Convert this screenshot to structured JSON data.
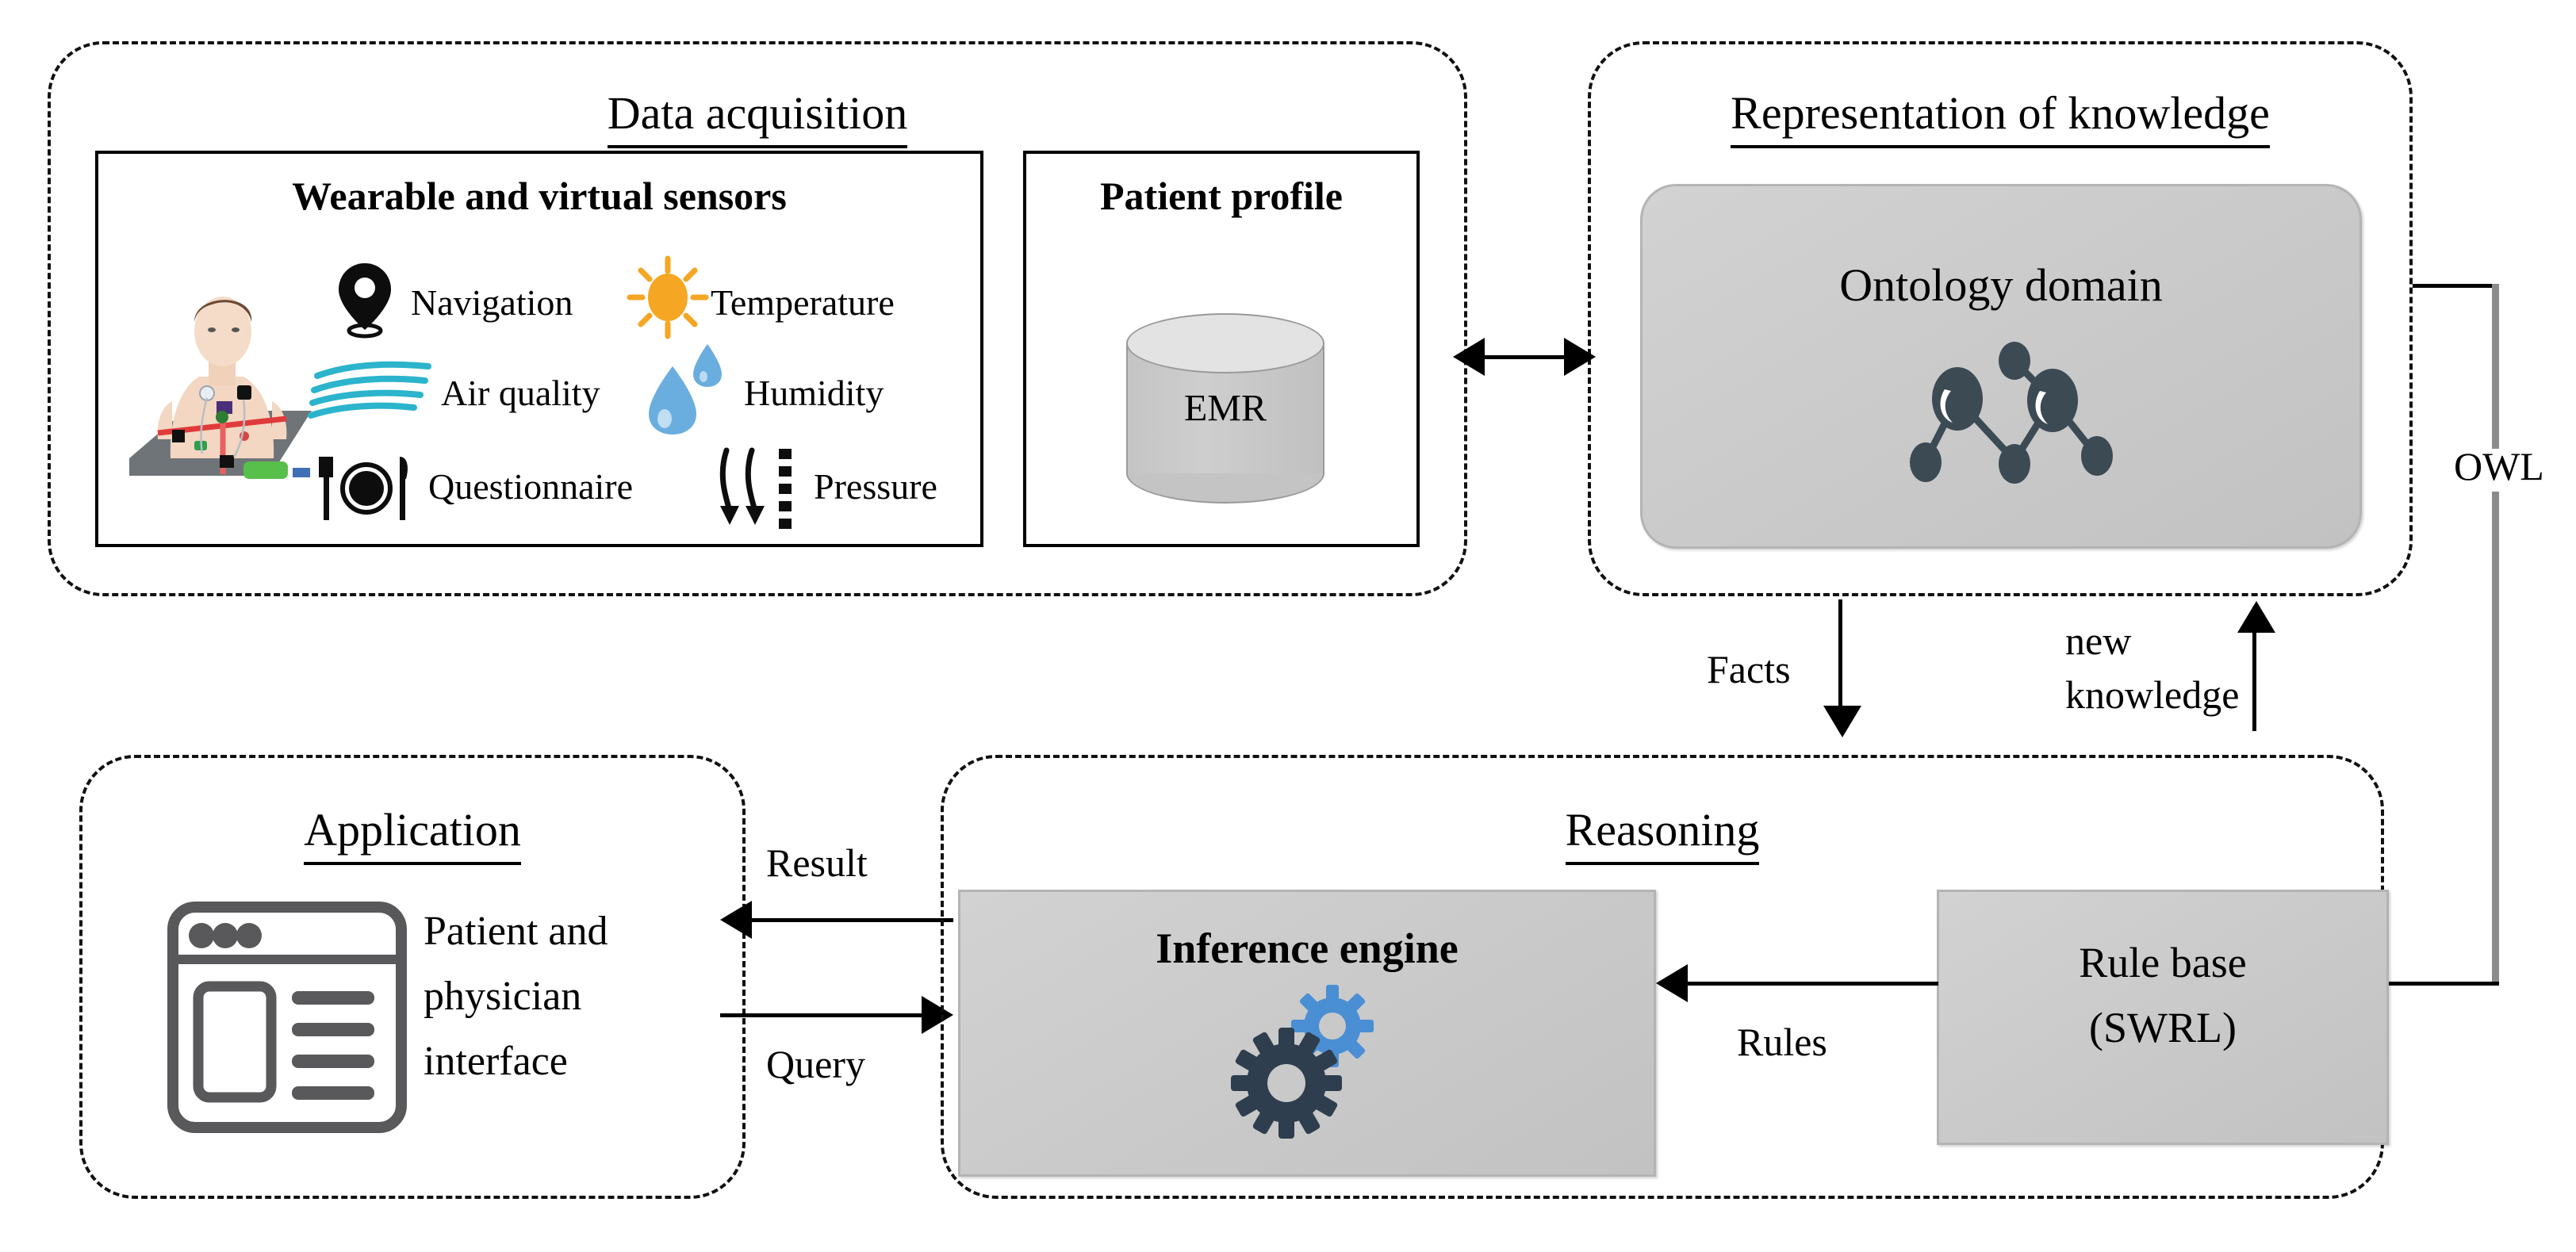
{
  "panels": {
    "data_acquisition": {
      "title": "Data acquisition"
    },
    "representation": {
      "title": "Representation of knowledge"
    },
    "application": {
      "title": "Application"
    },
    "reasoning": {
      "title": "Reasoning"
    }
  },
  "sensors_box": {
    "title": "Wearable and virtual sensors",
    "items": [
      {
        "label": "Navigation",
        "icon": "location-pin-icon"
      },
      {
        "label": "Temperature",
        "icon": "sun-icon"
      },
      {
        "label": "Air quality",
        "icon": "air-waves-icon"
      },
      {
        "label": "Humidity",
        "icon": "water-drop-icon"
      },
      {
        "label": "Questionnaire",
        "icon": "cutlery-plate-icon"
      },
      {
        "label": "Pressure",
        "icon": "pressure-arrows-icon"
      }
    ],
    "body_icon": "patient-body-sensors-icon"
  },
  "patient_profile_box": {
    "title": "Patient profile",
    "database_label": "EMR",
    "icon": "database-cylinder-icon"
  },
  "ontology_block": {
    "label": "Ontology domain",
    "icon": "ontology-graph-icon",
    "nodes": 6
  },
  "inference_block": {
    "label": "Inference engine",
    "icon": "gears-icon"
  },
  "rule_base_block": {
    "line1": "Rule base",
    "line2": "(SWRL)"
  },
  "application_block": {
    "label_line1": "Patient and",
    "label_line2": "physician",
    "label_line3": "interface",
    "icon": "browser-window-icon"
  },
  "connectors": {
    "acquisition_knowledge": {
      "label": "",
      "kind": "bidirectional"
    },
    "facts": {
      "label": "Facts",
      "direction": "down"
    },
    "new_knowledge": {
      "label": "new\nknowledge",
      "line1": "new",
      "line2": "knowledge",
      "direction": "up"
    },
    "owl": {
      "label": "OWL",
      "direction": "down-left"
    },
    "result": {
      "label": "Result",
      "direction": "left"
    },
    "query": {
      "label": "Query",
      "direction": "right"
    },
    "rules": {
      "label": "Rules",
      "direction": "left"
    }
  },
  "colors": {
    "grey_block": "#c9c9c9",
    "sun": "#F5A623",
    "air": "#2BB4CC",
    "drop": "#6AAEE0",
    "gear_dark": "#2E3E4E",
    "gear_blue": "#4A8FD4",
    "ontology_node": "#3C4A54",
    "owl_line": "#8c8c8c",
    "outline": "#000000"
  }
}
